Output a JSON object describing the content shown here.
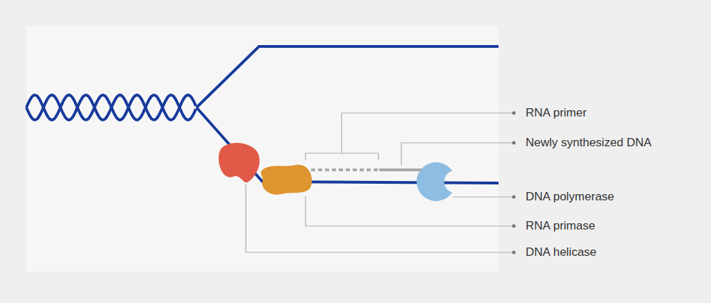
{
  "diagram": {
    "labels": [
      "RNA primer",
      "Newly synthesized DNA",
      "DNA polymerase",
      "RNA primase",
      "DNA helicase"
    ]
  }
}
